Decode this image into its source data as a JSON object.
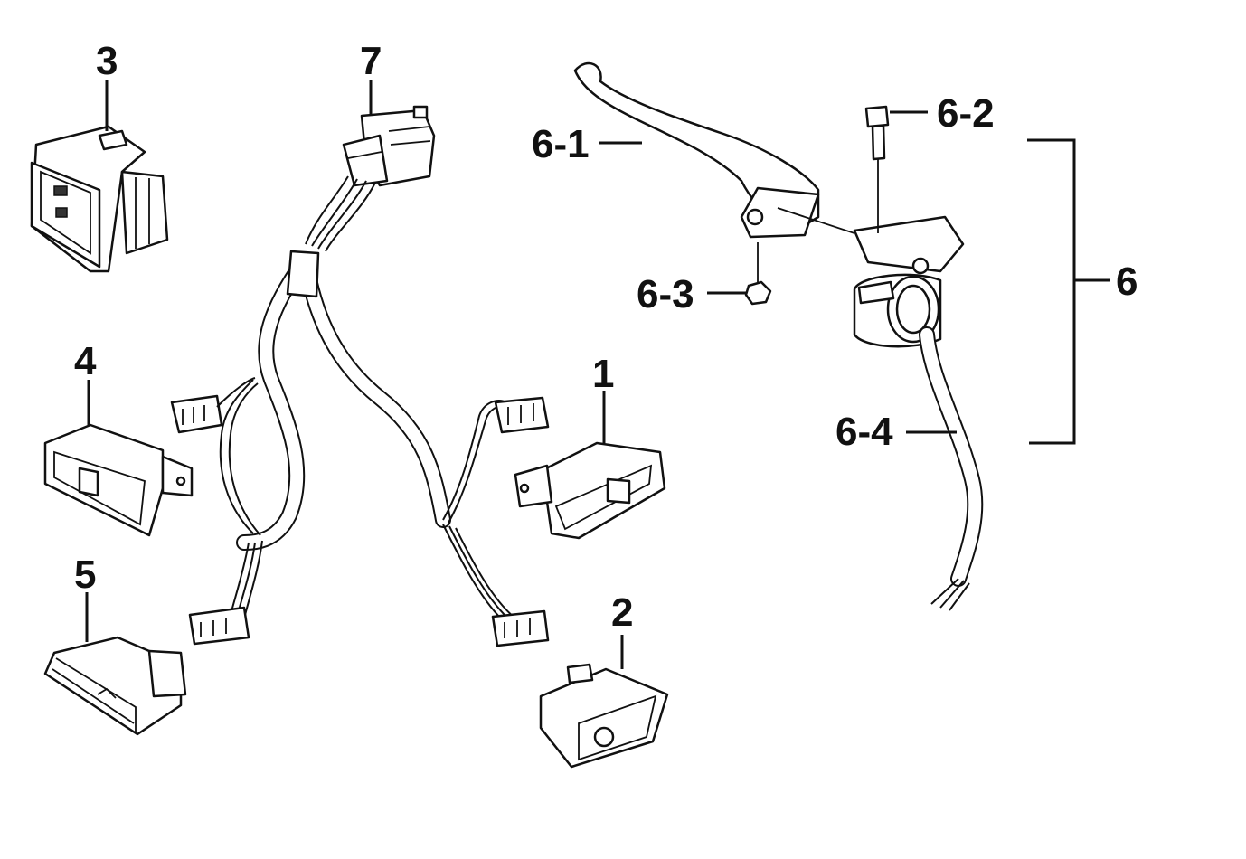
{
  "labels": {
    "part_1": "1",
    "part_2": "2",
    "part_3": "3",
    "part_4": "4",
    "part_5": "5",
    "part_6": "6",
    "part_6_1": "6-1",
    "part_6_2": "6-2",
    "part_6_3": "6-3",
    "part_6_4": "6-4",
    "part_7": "7"
  },
  "colors": {
    "ink": "#111111",
    "background": "#ffffff"
  }
}
